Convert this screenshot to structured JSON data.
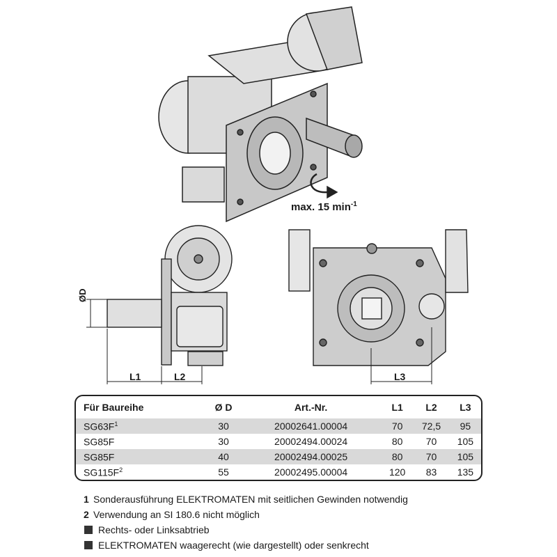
{
  "drawing": {
    "speed_label": "max. 15 min",
    "speed_exp": "-1",
    "dim_L1": "L1",
    "dim_L2": "L2",
    "dim_L3": "L3",
    "dim_D": "ØD"
  },
  "table": {
    "headers": [
      "Für Baureihe",
      "Ø D",
      "Art.-Nr.",
      "L1",
      "L2",
      "L3"
    ],
    "rows": [
      {
        "series": "SG63F",
        "sup": "1",
        "d": "30",
        "art": "20002641.00004",
        "l1": "70",
        "l2": "72,5",
        "l3": "95"
      },
      {
        "series": "SG85F",
        "sup": "",
        "d": "30",
        "art": "20002494.00024",
        "l1": "80",
        "l2": "70",
        "l3": "105"
      },
      {
        "series": "SG85F",
        "sup": "",
        "d": "40",
        "art": "20002494.00025",
        "l1": "80",
        "l2": "70",
        "l3": "105"
      },
      {
        "series": "SG115F",
        "sup": "2",
        "d": "55",
        "art": "20002495.00004",
        "l1": "120",
        "l2": "83",
        "l3": "135"
      }
    ]
  },
  "notes": [
    {
      "marker": "1",
      "text": "Sonderausführung ELEKTROMATEN mit seitlichen Gewinden notwendig"
    },
    {
      "marker": "2",
      "text": "Verwendung an SI 180.6 nicht möglich"
    },
    {
      "marker": "square",
      "text": "Rechts- oder Linksabtrieb"
    },
    {
      "marker": "square",
      "text": "ELEKTROMATEN waagerecht (wie dargestellt) oder senkrecht"
    }
  ],
  "colors": {
    "shade": "#d9d9d9",
    "line": "#222222",
    "metal": "#c8c8c8"
  }
}
